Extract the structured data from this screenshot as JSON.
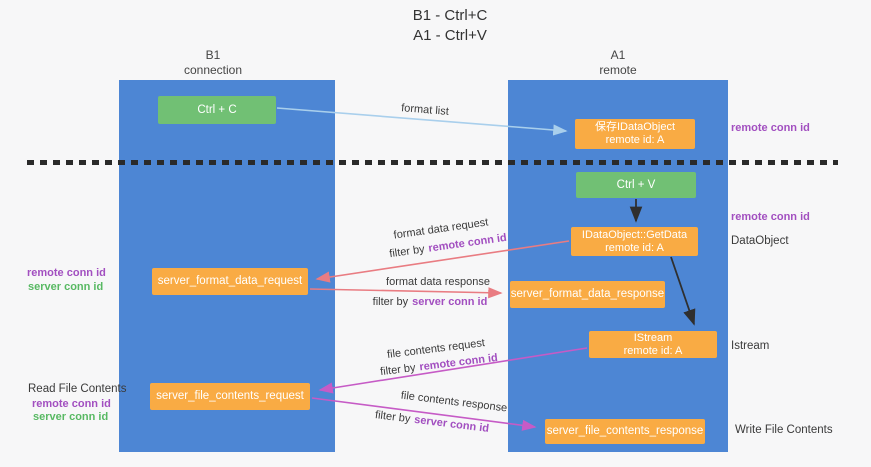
{
  "title": {
    "line1": "B1 - Ctrl+C",
    "line2": "A1 - Ctrl+V"
  },
  "columns": {
    "left": {
      "name": "B1",
      "subtitle": "connection"
    },
    "right": {
      "name": "A1",
      "subtitle": "remote"
    }
  },
  "boxes": {
    "ctrl_c": {
      "label": "Ctrl + C"
    },
    "ctrl_v": {
      "label": "Ctrl + V"
    },
    "save_idataobject": {
      "line1": "保存IDataObject",
      "line2": "remote id: A"
    },
    "getdata": {
      "line1": "IDataObject::GetData",
      "line2": "remote id: A"
    },
    "istream": {
      "line1": "IStream",
      "line2": "remote id: A"
    },
    "format_request": {
      "label": "server_format_data_request"
    },
    "format_response": {
      "label": "server_format_data_response"
    },
    "file_request": {
      "label": "server_file_contents_request"
    },
    "file_response": {
      "label": "server_file_contents_response"
    }
  },
  "arrows": {
    "format_list": {
      "label": "format list"
    },
    "format_request": {
      "label": "format data request",
      "filter_prefix": "filter by",
      "filter_key": "remote conn id"
    },
    "format_response": {
      "label": "format data response",
      "filter_prefix": "filter by",
      "filter_key": "server conn id"
    },
    "file_request": {
      "label": "file contents request",
      "filter_prefix": "filter by",
      "filter_key": "remote conn id"
    },
    "file_response": {
      "label": "file contents response",
      "filter_prefix": "filter by",
      "filter_key": "server conn id"
    }
  },
  "side_labels": {
    "remote_conn_id_top": "remote conn id",
    "remote_conn_id_mid": "remote conn id",
    "dataobject": "DataObject",
    "istream": "Istream",
    "write_file_contents": "Write File Contents",
    "read_file_contents": "Read File Contents",
    "format_remote_conn_id": "remote conn id",
    "format_server_conn_id": "server conn id",
    "file_remote_conn_id": "remote conn id",
    "file_server_conn_id": "server conn id"
  },
  "colors": {
    "bg": "#f7f7f8",
    "column_blue": "#4d86d4",
    "box_green": "#71c074",
    "box_orange": "#f9ab44",
    "label_purple": "#a24fc0",
    "label_green": "#58b963",
    "arrow_salmon": "#e97c82",
    "arrow_magenta": "#c65bc6",
    "arrow_lightblue": "#a9cfec",
    "arrow_black": "#2f2f2f"
  }
}
